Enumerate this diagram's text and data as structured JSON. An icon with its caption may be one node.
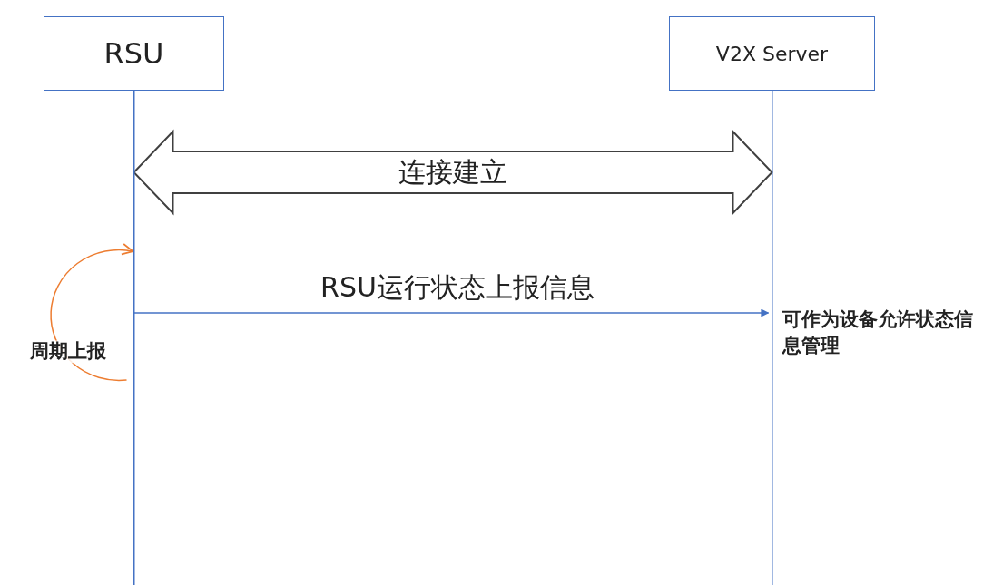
{
  "diagram": {
    "nodes": [
      {
        "text": [
          "RSU"
        ]
      },
      {
        "text": [
          "V2X Server"
        ]
      }
    ],
    "edges": [
      {
        "from": 0,
        "to": 1,
        "arrow": "both",
        "label": "连接建立",
        "style": "thick",
        "color": "#404040"
      },
      {
        "from": 0,
        "to": 1,
        "arrow": "to",
        "label": "RSU运行状态上报信息"
      },
      {
        "from": 0,
        "to": 0,
        "arrow": "to",
        "label": "周期上报",
        "color": "#ed7d31"
      }
    ],
    "labels": [
      "可作为设备允许状态信息管理"
    ]
  }
}
